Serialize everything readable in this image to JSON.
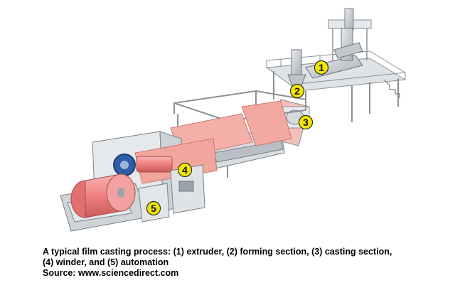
{
  "figure": {
    "callouts": [
      {
        "number": "1",
        "meaning": "extruder"
      },
      {
        "number": "2",
        "meaning": "forming section"
      },
      {
        "number": "3",
        "meaning": "casting section"
      },
      {
        "number": "4",
        "meaning": "winder"
      },
      {
        "number": "5",
        "meaning": "automation"
      }
    ],
    "colors": {
      "callout_fill": "#f2e600",
      "film": "#f08c8c",
      "frame": "#c8ccd0",
      "frame_stroke": "#8a9096"
    }
  },
  "caption": {
    "line1": "A typical film casting process: (1) extruder, (2) forming section, (3) casting section,",
    "line2": "(4) winder, and (5) automation",
    "line3": "Source: www.sciencedirect.com"
  }
}
